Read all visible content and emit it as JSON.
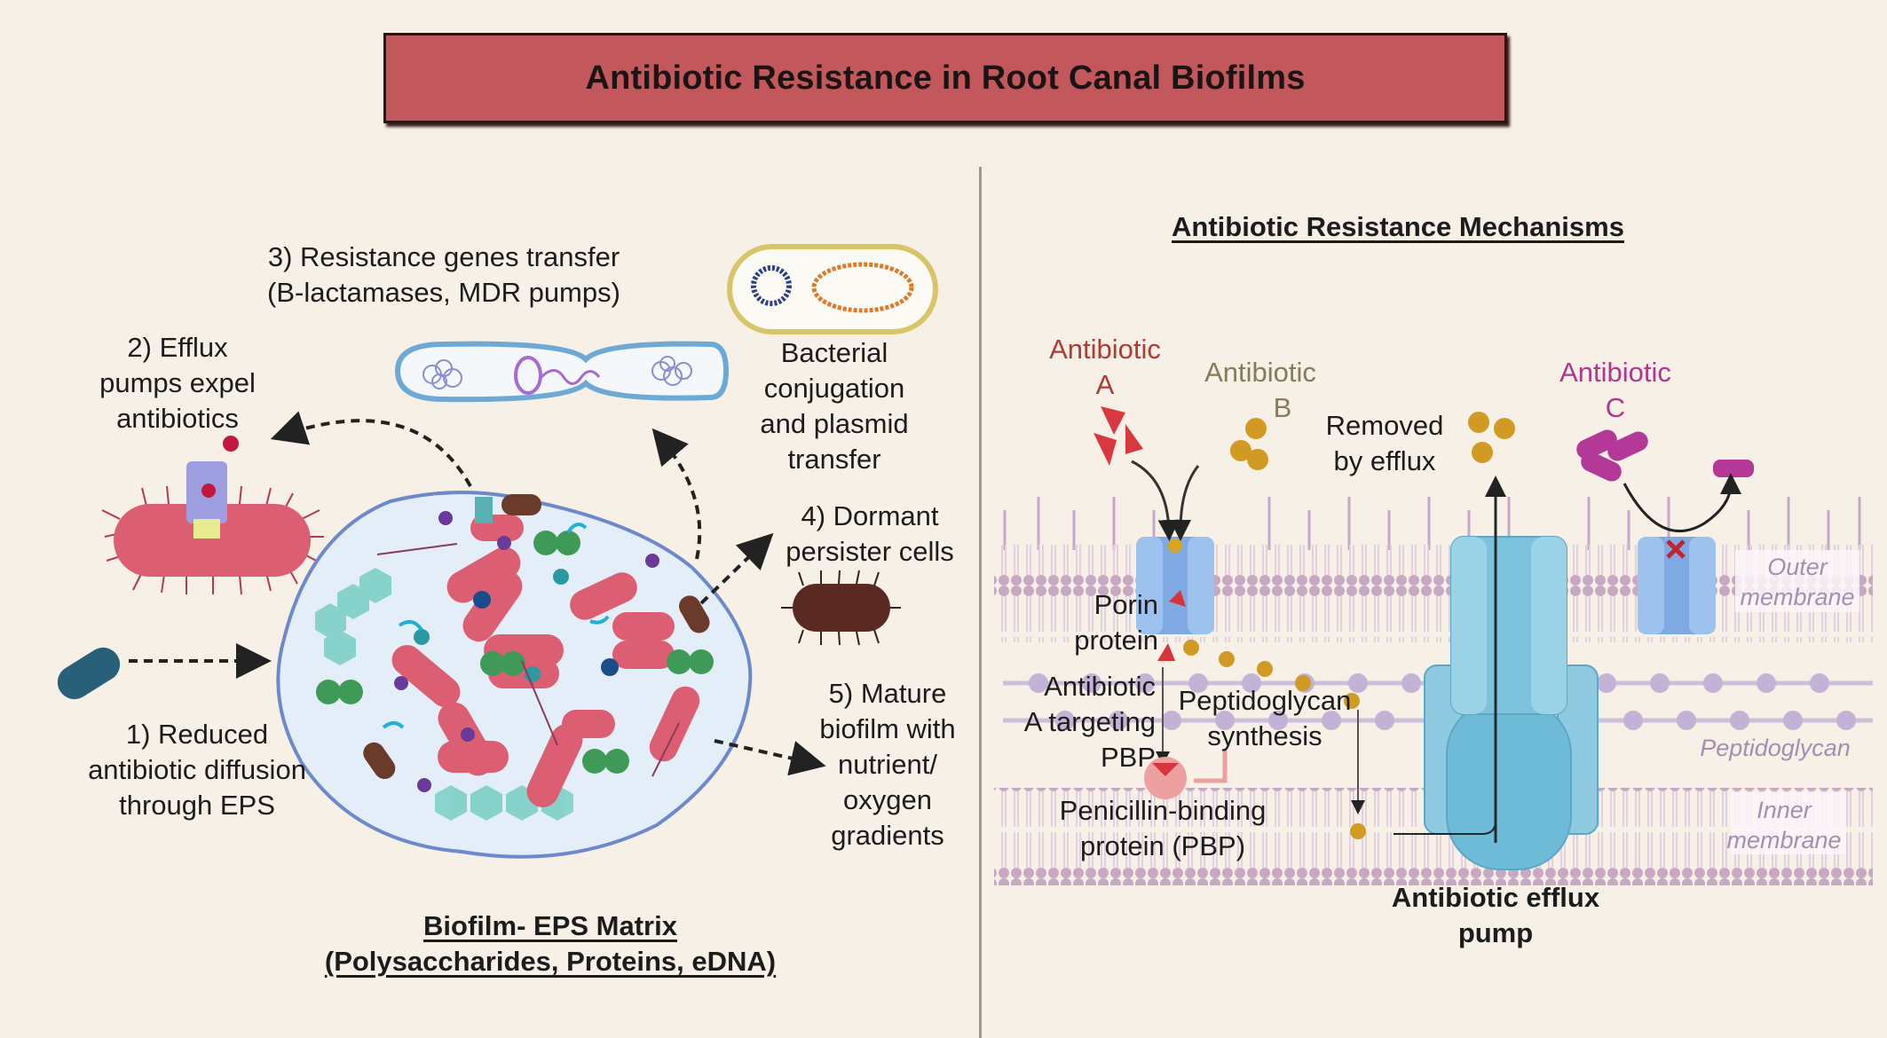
{
  "title": "Antibiotic Resistance in Root Canal Biofilms",
  "left_panel": {
    "caption_line1": "Biofilm- EPS Matrix",
    "caption_line2": "(Polysaccharides, Proteins, eDNA)",
    "labels": {
      "reduced_diffusion": [
        "1) Reduced",
        "antibiotic diffusion",
        "through EPS"
      ],
      "efflux": [
        "2) Efflux",
        "pumps expel",
        "antibiotics"
      ],
      "gene_transfer": [
        "3) Resistance genes transfer",
        "(B-lactamases, MDR pumps)"
      ],
      "conjugation": [
        "Bacterial",
        "conjugation",
        "and plasmid",
        "transfer"
      ],
      "dormant": [
        "4) Dormant",
        "persister cells"
      ],
      "mature": [
        "5) Mature",
        "biofilm with",
        "nutrient/",
        "oxygen",
        "gradients"
      ]
    }
  },
  "right_panel": {
    "heading": "Antibiotic Resistance Mechanisms",
    "antibiotic_a": [
      "Antibiotic",
      "A"
    ],
    "antibiotic_b": [
      "Antibiotic",
      "B"
    ],
    "antibiotic_c": [
      "Antibiotic",
      "C"
    ],
    "removed": [
      "Removed",
      "by efflux"
    ],
    "porin": [
      "Porin",
      "protein"
    ],
    "targeting": [
      "Antibiotic",
      "A targeting",
      "PBP"
    ],
    "peptidoglycan_synthesis": [
      "Peptidoglycan",
      "synthesis"
    ],
    "pbp": [
      "Penicillin-binding",
      "protein (PBP)"
    ],
    "efflux_pump": [
      "Antibiotic efflux",
      "pump"
    ],
    "layer_outer": [
      "Outer",
      "membrane"
    ],
    "layer_peptidoglycan": "Peptidoglycan",
    "layer_inner": [
      "Inner",
      "membrane"
    ]
  },
  "colors": {
    "background": "#f7f0e6",
    "title_fill": "#c2585b",
    "antibiotic_a": "#b03a34",
    "antibiotic_b": "#857a5c",
    "antibiotic_c": "#b0378f",
    "membrane": "#c9b3c9",
    "porin": "#93bde8",
    "efflux_pump": "#72bcd8",
    "bacteria": "#d9566a"
  }
}
